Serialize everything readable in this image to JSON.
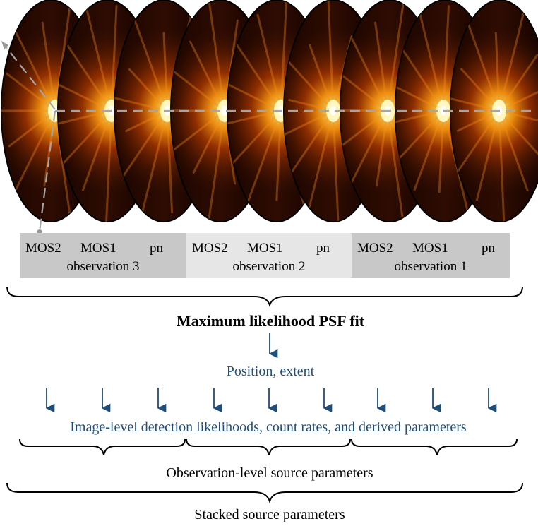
{
  "observations": [
    {
      "instruments": [
        "MOS2",
        "MOS1",
        "pn"
      ],
      "label": "observation 3",
      "box_color": "#c8c8c8"
    },
    {
      "instruments": [
        "MOS2",
        "MOS1",
        "pn"
      ],
      "label": "observation 2",
      "box_color": "#e6e6e6"
    },
    {
      "instruments": [
        "MOS2",
        "MOS1",
        "pn"
      ],
      "label": "observation 1",
      "box_color": "#c8c8c8"
    }
  ],
  "fit_label": "Maximum likelihood PSF fit",
  "position_label": "Position, extent",
  "detection_label": "Image-level detection likelihoods, count rates, and derived parameters",
  "observation_level_label": "Observation-level source parameters",
  "stacked_label": "Stacked source parameters",
  "colors": {
    "blue_text": "#1f4e79",
    "arrow_blue": "#1f4e79",
    "dash_gray": "#a0a0a0",
    "psf_core": "#fffde0",
    "psf_mid": "#ff8a00",
    "psf_dark": "#2a0c00"
  }
}
